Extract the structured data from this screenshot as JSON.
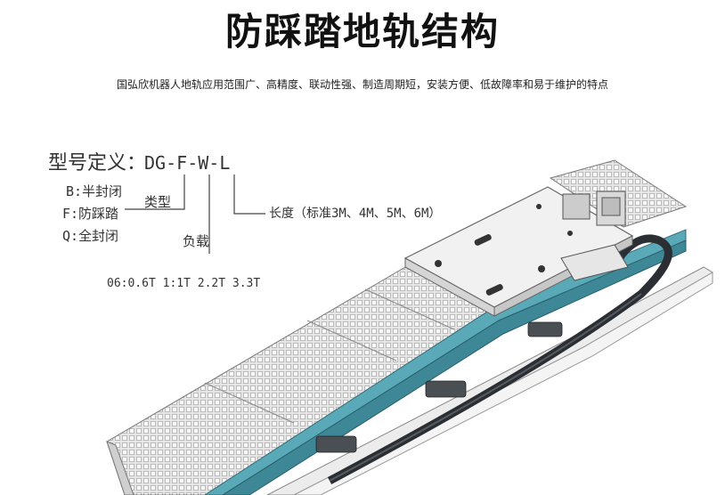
{
  "title": "防踩踏地轨结构",
  "subtitle": "国弘欣机器人地轨应用范围广、高精度、联动性强、制造周期短，安装方便、低故障率和易于维护的特点",
  "model": {
    "definition_label": "型号定义：",
    "code_parts": [
      "DG",
      "F",
      "W",
      "L"
    ],
    "types": [
      "B:半封闭",
      "F:防踩踏",
      "Q:全封闭"
    ],
    "type_label": "类型",
    "load_label": "负载",
    "loads": "06:0.6T  1:1T  2.2T  3.3T",
    "length_label": "长度（标准3M、4M、5M、6M）"
  }
}
